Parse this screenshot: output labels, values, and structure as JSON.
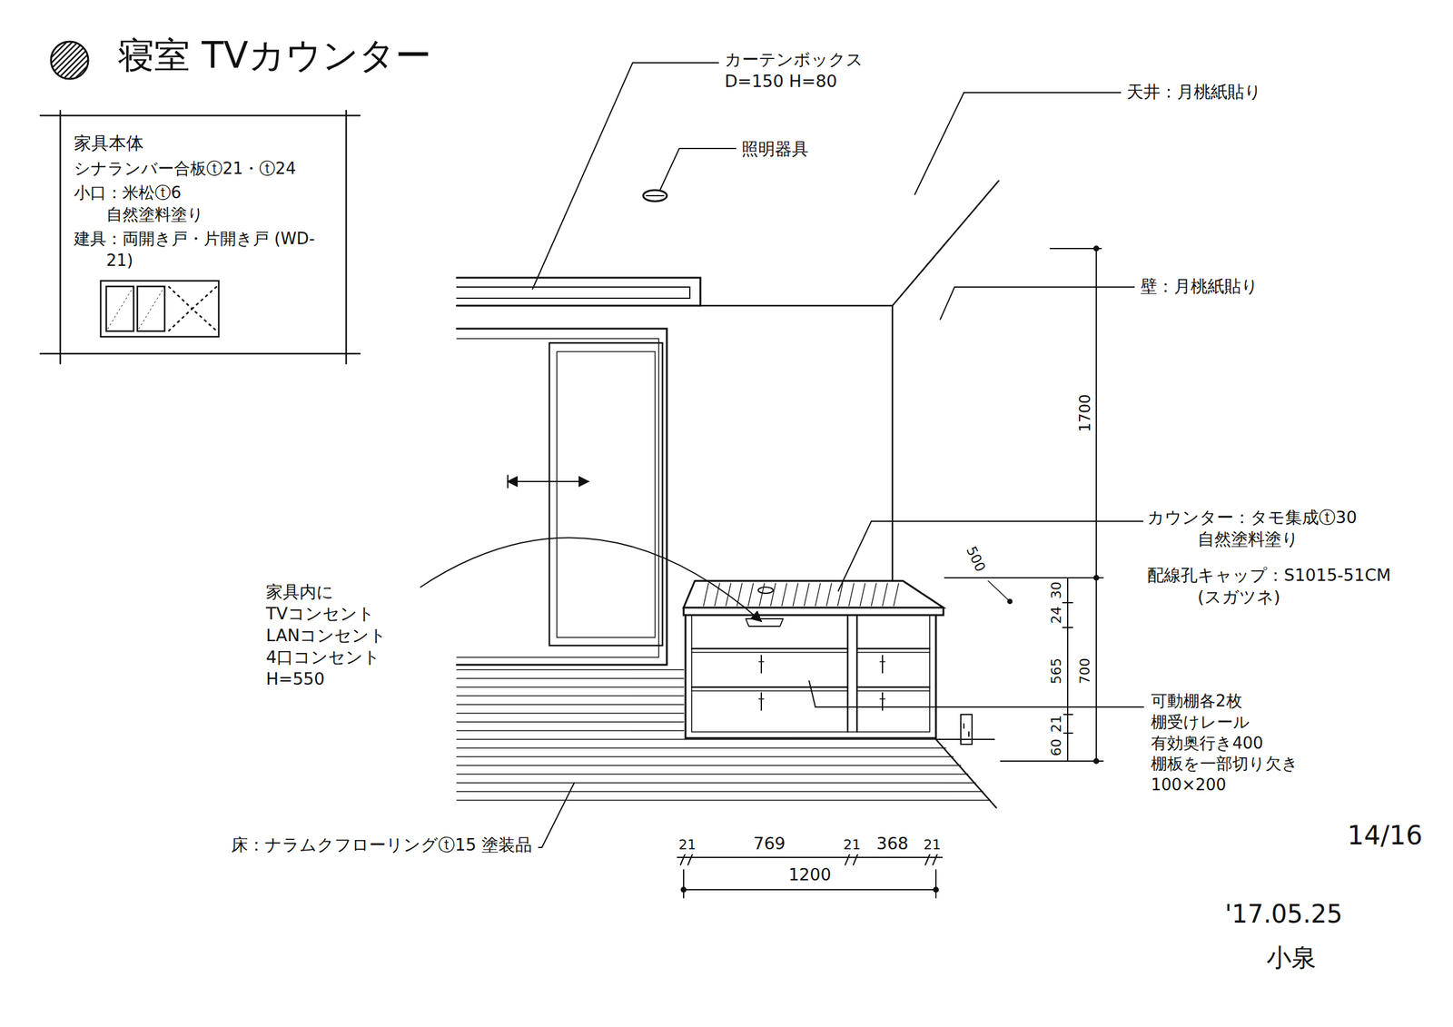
{
  "diagram": {
    "title": "寝室 TVカウンター",
    "nodes": [
      {
        "text": [
          "家具本体",
          "シナランバー合板ⓣ21・ⓣ24",
          "小口：米松ⓣ6 自然塗料塗り",
          "建具：両開き戸・片開き戸 (WD-21)"
        ]
      }
    ],
    "labels": [
      "カーテンボックス D=150 H=80",
      "照明器具",
      "天井：月桃紙貼り",
      "壁：月桃紙貼り",
      "1700",
      "カウンター：タモ集成ⓣ30 自然塗料塗り",
      "配線孔キャップ：S1015-51CM (スガツネ)",
      "500",
      "30",
      "24",
      "565",
      "700",
      "21",
      "60",
      "家具内に TVコンセント LANコンセント 4口コンセント H=550",
      "可動棚各2枚 棚受けレール 有効奥行き400 棚板を一部切り欠き 100×200",
      "床：ナラムクフローリングⓣ15 塗装品",
      "21",
      "769",
      "21",
      "368",
      "21",
      "1200",
      "14/16",
      "'17.05.25",
      "小泉"
    ]
  }
}
